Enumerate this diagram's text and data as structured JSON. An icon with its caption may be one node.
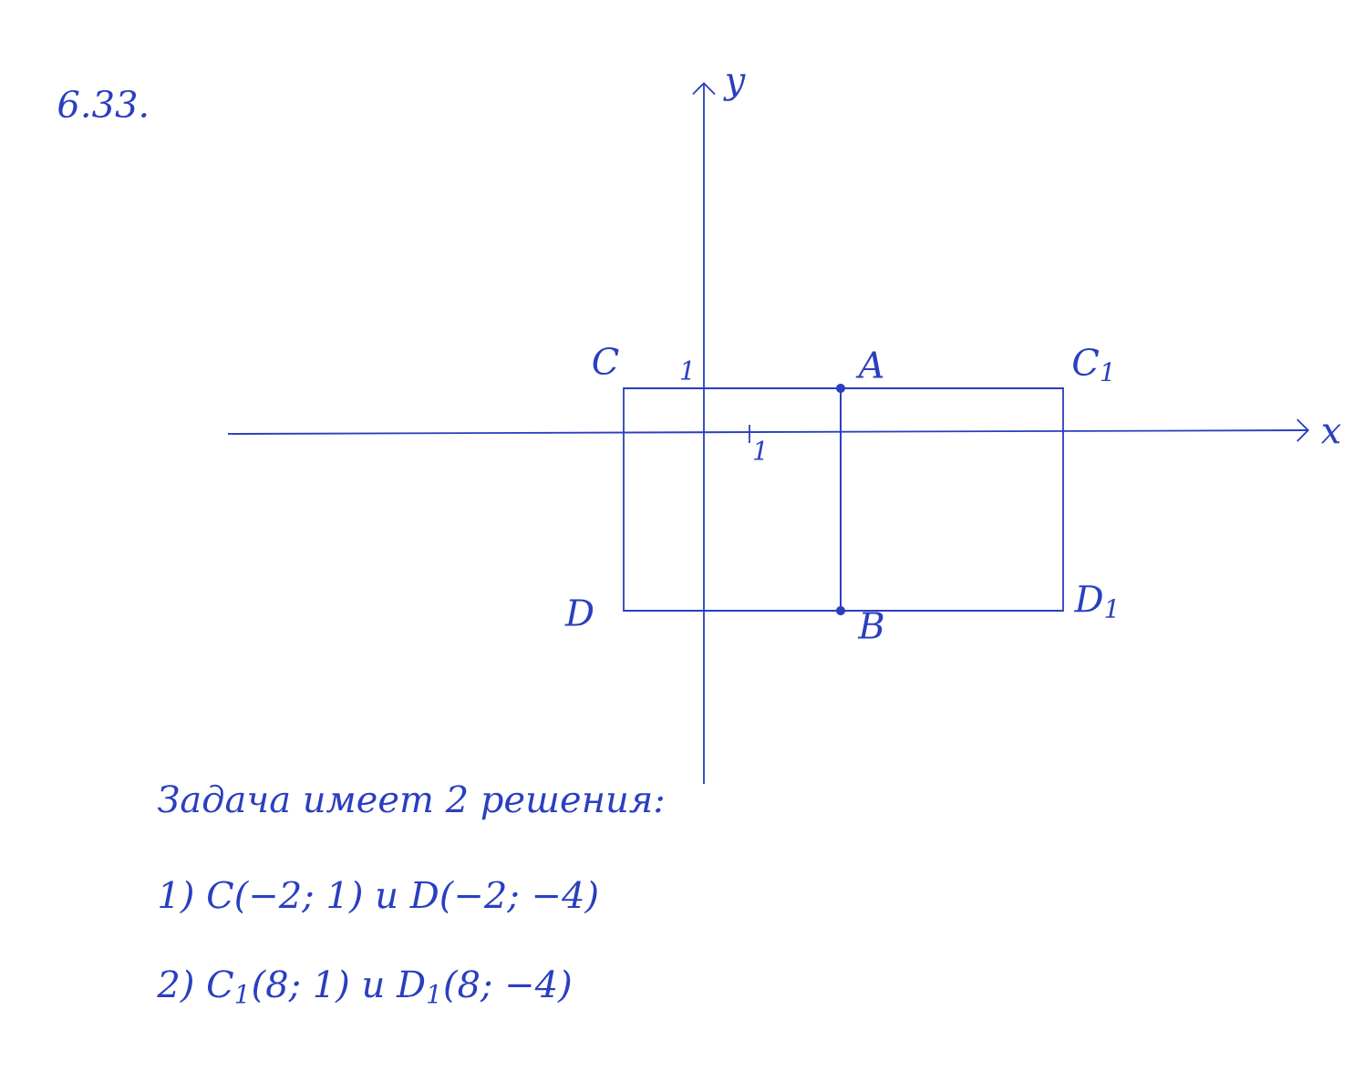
{
  "diagram": {
    "labels": [
      "6.33.",
      "y",
      "x",
      "C",
      "1",
      "A",
      "C$_{1}$",
      "1",
      "D",
      "B",
      "D$_{1}$",
      "Задача имеет 2 решения:",
      "1) C(−2; 1) и D(−2; −4)",
      "2) C$_{1}$(8; 1) и D$_{1}$(8; −4)"
    ]
  }
}
